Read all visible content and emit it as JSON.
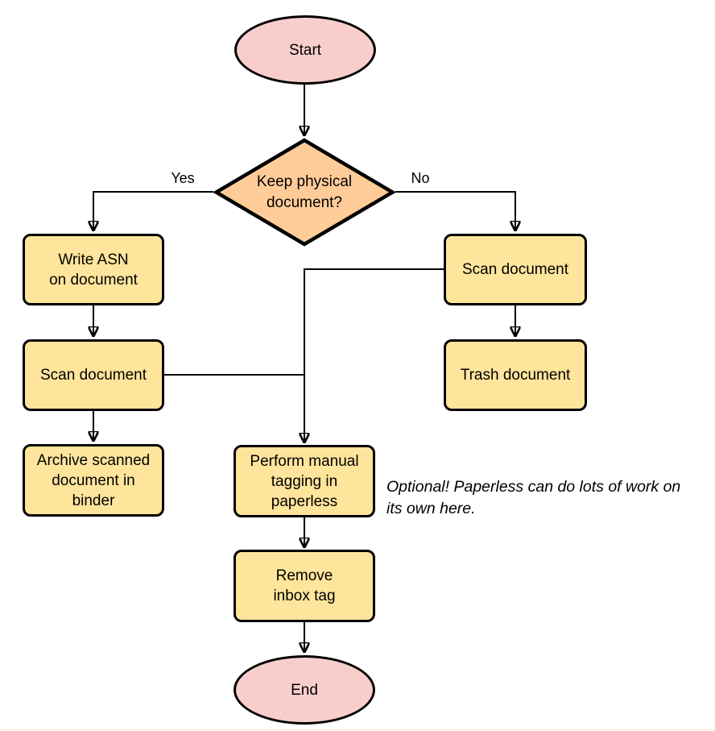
{
  "colors": {
    "terminal_fill": "#f8cecc",
    "decision_fill": "#ffcc99",
    "process_fill": "#ffe59c",
    "stroke": "#000000"
  },
  "nodes": {
    "start": {
      "label": "Start",
      "type": "terminal"
    },
    "decision": {
      "label": "Keep physical\ndocument?",
      "type": "decision"
    },
    "write_asn": {
      "label": "Write ASN\non document",
      "type": "process"
    },
    "scan_left": {
      "label": "Scan document",
      "type": "process"
    },
    "archive": {
      "label": "Archive scanned\ndocument in\nbinder",
      "type": "process"
    },
    "scan_right": {
      "label": "Scan document",
      "type": "process"
    },
    "trash": {
      "label": "Trash document",
      "type": "process"
    },
    "tagging": {
      "label": "Perform manual\ntagging in\npaperless",
      "type": "process"
    },
    "remove_inbox": {
      "label": "Remove\ninbox tag",
      "type": "process"
    },
    "end": {
      "label": "End",
      "type": "terminal"
    }
  },
  "edge_labels": {
    "yes": "Yes",
    "no": "No"
  },
  "note": {
    "text": "Optional! Paperless can do lots of work on\nits own here."
  }
}
